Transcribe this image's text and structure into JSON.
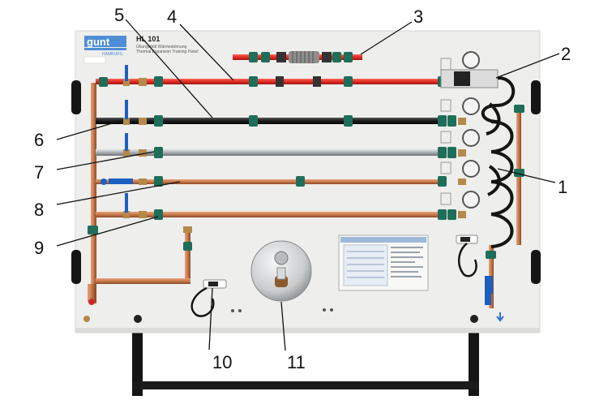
{
  "panel": {
    "brand": "gunt",
    "brand_sub": "HAMBURG",
    "model": "HL 101",
    "subtitle_de": "Übungsfeld Wärmedehnung",
    "subtitle_en": "Thermal Expansion Training Panel"
  },
  "callouts": [
    {
      "id": "1",
      "text": "1"
    },
    {
      "id": "2",
      "text": "2"
    },
    {
      "id": "3",
      "text": "3"
    },
    {
      "id": "4",
      "text": "4"
    },
    {
      "id": "5",
      "text": "5"
    },
    {
      "id": "6",
      "text": "6"
    },
    {
      "id": "7",
      "text": "7"
    },
    {
      "id": "8",
      "text": "8"
    },
    {
      "id": "9",
      "text": "9"
    },
    {
      "id": "10",
      "text": "10"
    },
    {
      "id": "11",
      "text": "11"
    }
  ],
  "colors": {
    "panel": "#eeeeec",
    "red_pipe": "#e8332a",
    "black_pipe": "#1c1c1c",
    "steel_pipe": "#b8bcc0",
    "copper_pipe": "#c8794a",
    "clip_green": "#1f6e5a",
    "valve_blue": "#1d5fc0",
    "frame": "#151515"
  }
}
